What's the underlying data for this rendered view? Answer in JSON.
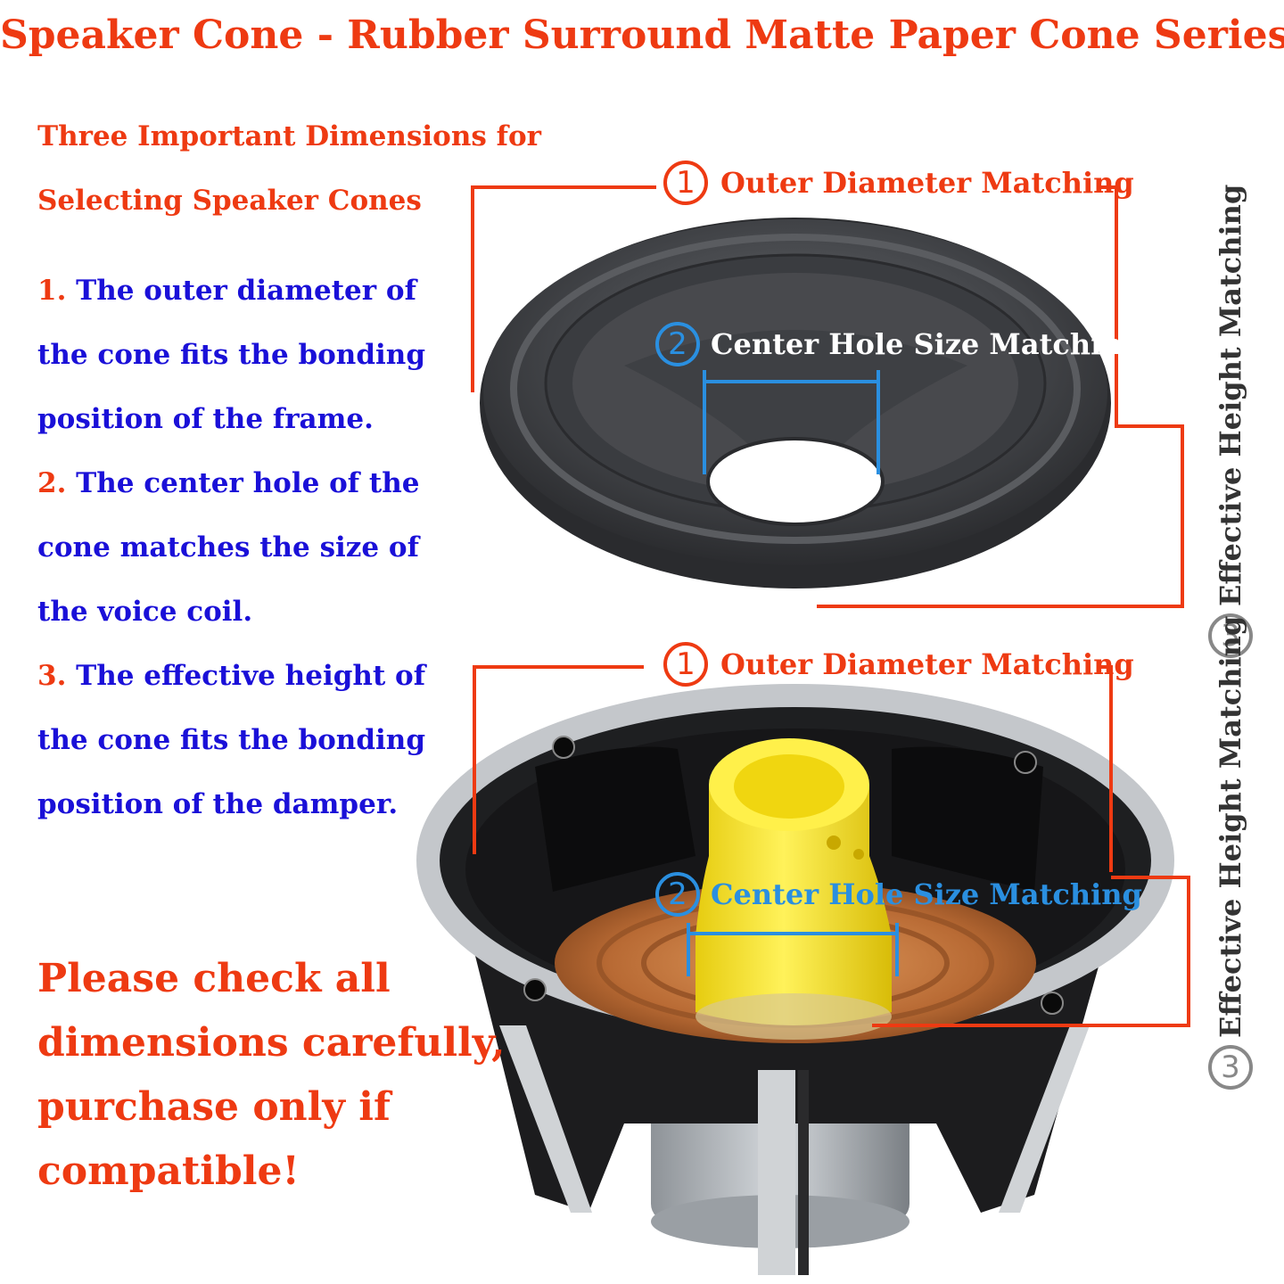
{
  "title": "Speaker Cone - Rubber Surround Matte Paper Cone Series",
  "intro": [
    "Three Important Dimensions for",
    "Selecting Speaker Cones"
  ],
  "steps": [
    {
      "num": "1.",
      "lines": [
        "The outer diameter of",
        "the cone fits the bonding",
        "position of the frame."
      ]
    },
    {
      "num": "2.",
      "lines": [
        "The center hole of the",
        "cone matches the size of",
        "the voice coil."
      ]
    },
    {
      "num": "3.",
      "lines": [
        "The effective height of",
        "the cone fits the bonding",
        "position of the damper."
      ]
    }
  ],
  "warning": [
    "Please check all",
    "dimensions carefully,",
    "purchase only if",
    "compatible!"
  ],
  "callouts": {
    "outer": {
      "num": "1",
      "label": "Outer Diameter Matching"
    },
    "center": {
      "num": "2",
      "label": "Center Hole Size Matching"
    },
    "height": {
      "num": "3",
      "label": "Effective Height Matching"
    }
  },
  "colors": {
    "red": "#ee3a12",
    "blue": "#1a10d8",
    "cyan": "#2a8fe0",
    "gray": "#333333",
    "cone": "#3a3c40",
    "frame": "#1c1c1e",
    "ring": "#b8bbbf",
    "yellow": "#f6e01a",
    "spider": "#c87a40"
  }
}
